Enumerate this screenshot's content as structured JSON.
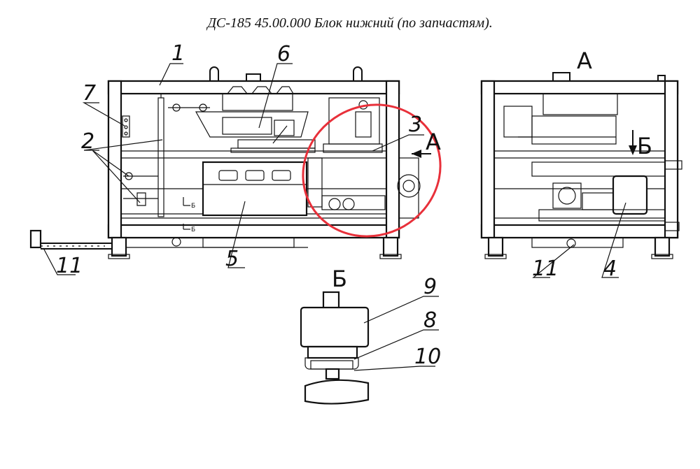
{
  "title": "ДС-185 45.00.000 Блок нижний (по запчастям).",
  "labels": {
    "l1": "1",
    "l2": "2",
    "l3": "3",
    "l4": "4",
    "l5": "5",
    "l6": "6",
    "l7": "7",
    "l8": "8",
    "l9": "9",
    "l10": "10",
    "l11_left": "11",
    "l11_right": "11",
    "view_a_arrow": "А",
    "view_a_title": "А",
    "view_b_arrow": "Б",
    "view_b_title": "Б",
    "small_b1": "Б",
    "small_b2": "Б"
  },
  "colors": {
    "line": "#111111",
    "highlight": "#e8303a",
    "background": "#ffffff"
  }
}
